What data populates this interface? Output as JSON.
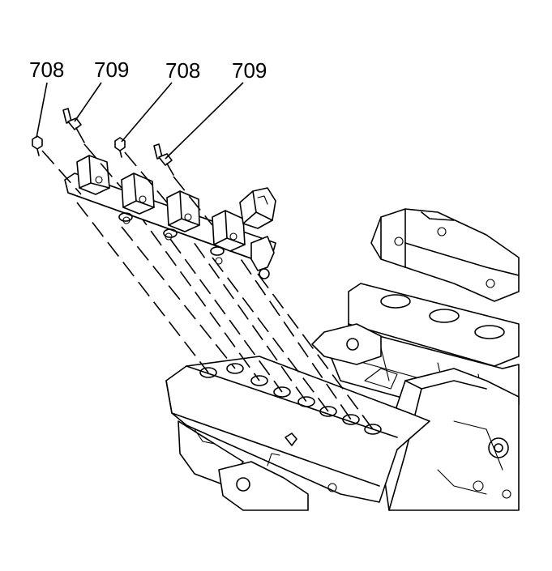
{
  "diagram": {
    "callouts": [
      {
        "label": "708",
        "part": "bolt"
      },
      {
        "label": "709",
        "part": "stud"
      },
      {
        "label": "708",
        "part": "bolt"
      },
      {
        "label": "709",
        "part": "stud"
      }
    ]
  },
  "colors": {
    "line": "#000000",
    "background": "#ffffff"
  }
}
